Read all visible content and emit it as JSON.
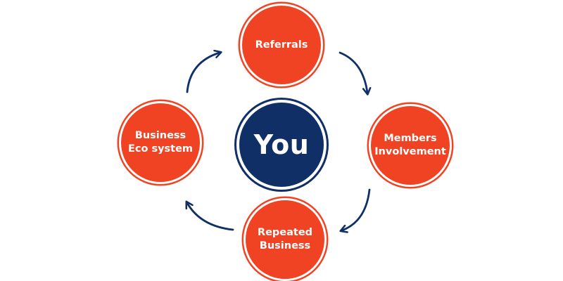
{
  "colors": {
    "node_fill": "#f04323",
    "center_fill": "#0f2f66",
    "arrow": "#0f2f66",
    "text": "#ffffff"
  },
  "center": {
    "label": "You"
  },
  "nodes": [
    {
      "label": "Referrals"
    },
    {
      "label": "Members\nInvolvement"
    },
    {
      "label": "Repeated\nBusiness"
    },
    {
      "label": "Business\nEco system"
    }
  ],
  "flow": "clockwise"
}
